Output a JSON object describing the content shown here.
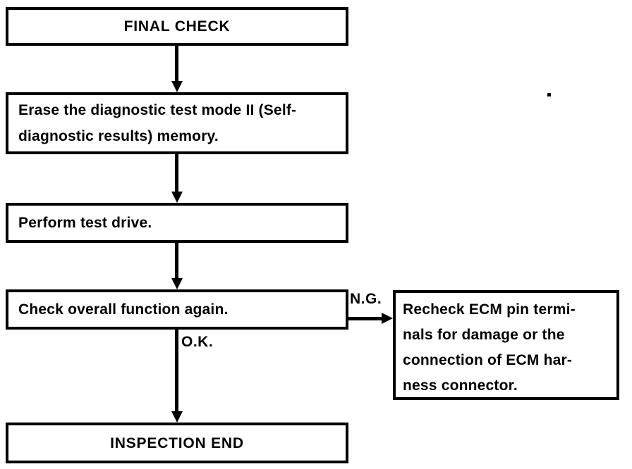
{
  "flowchart": {
    "nodes": {
      "final_check": {
        "label": "FINAL CHECK"
      },
      "erase_memory": {
        "lines": [
          "Erase the diagnostic test mode II (Self-",
          "diagnostic results) memory."
        ]
      },
      "perform_test_drive": {
        "label": "Perform test drive."
      },
      "check_overall": {
        "label": "Check overall function again."
      },
      "inspection_end": {
        "label": "INSPECTION END"
      },
      "recheck_ecm": {
        "lines": [
          "Recheck ECM pin termi-",
          "nals for damage or the",
          "connection of ECM har-",
          "ness connector."
        ]
      }
    },
    "edge_labels": {
      "ng": "N.G.",
      "ok": "O.K."
    },
    "colors": {
      "ink": "#000000",
      "paper": "#ffffff"
    }
  }
}
